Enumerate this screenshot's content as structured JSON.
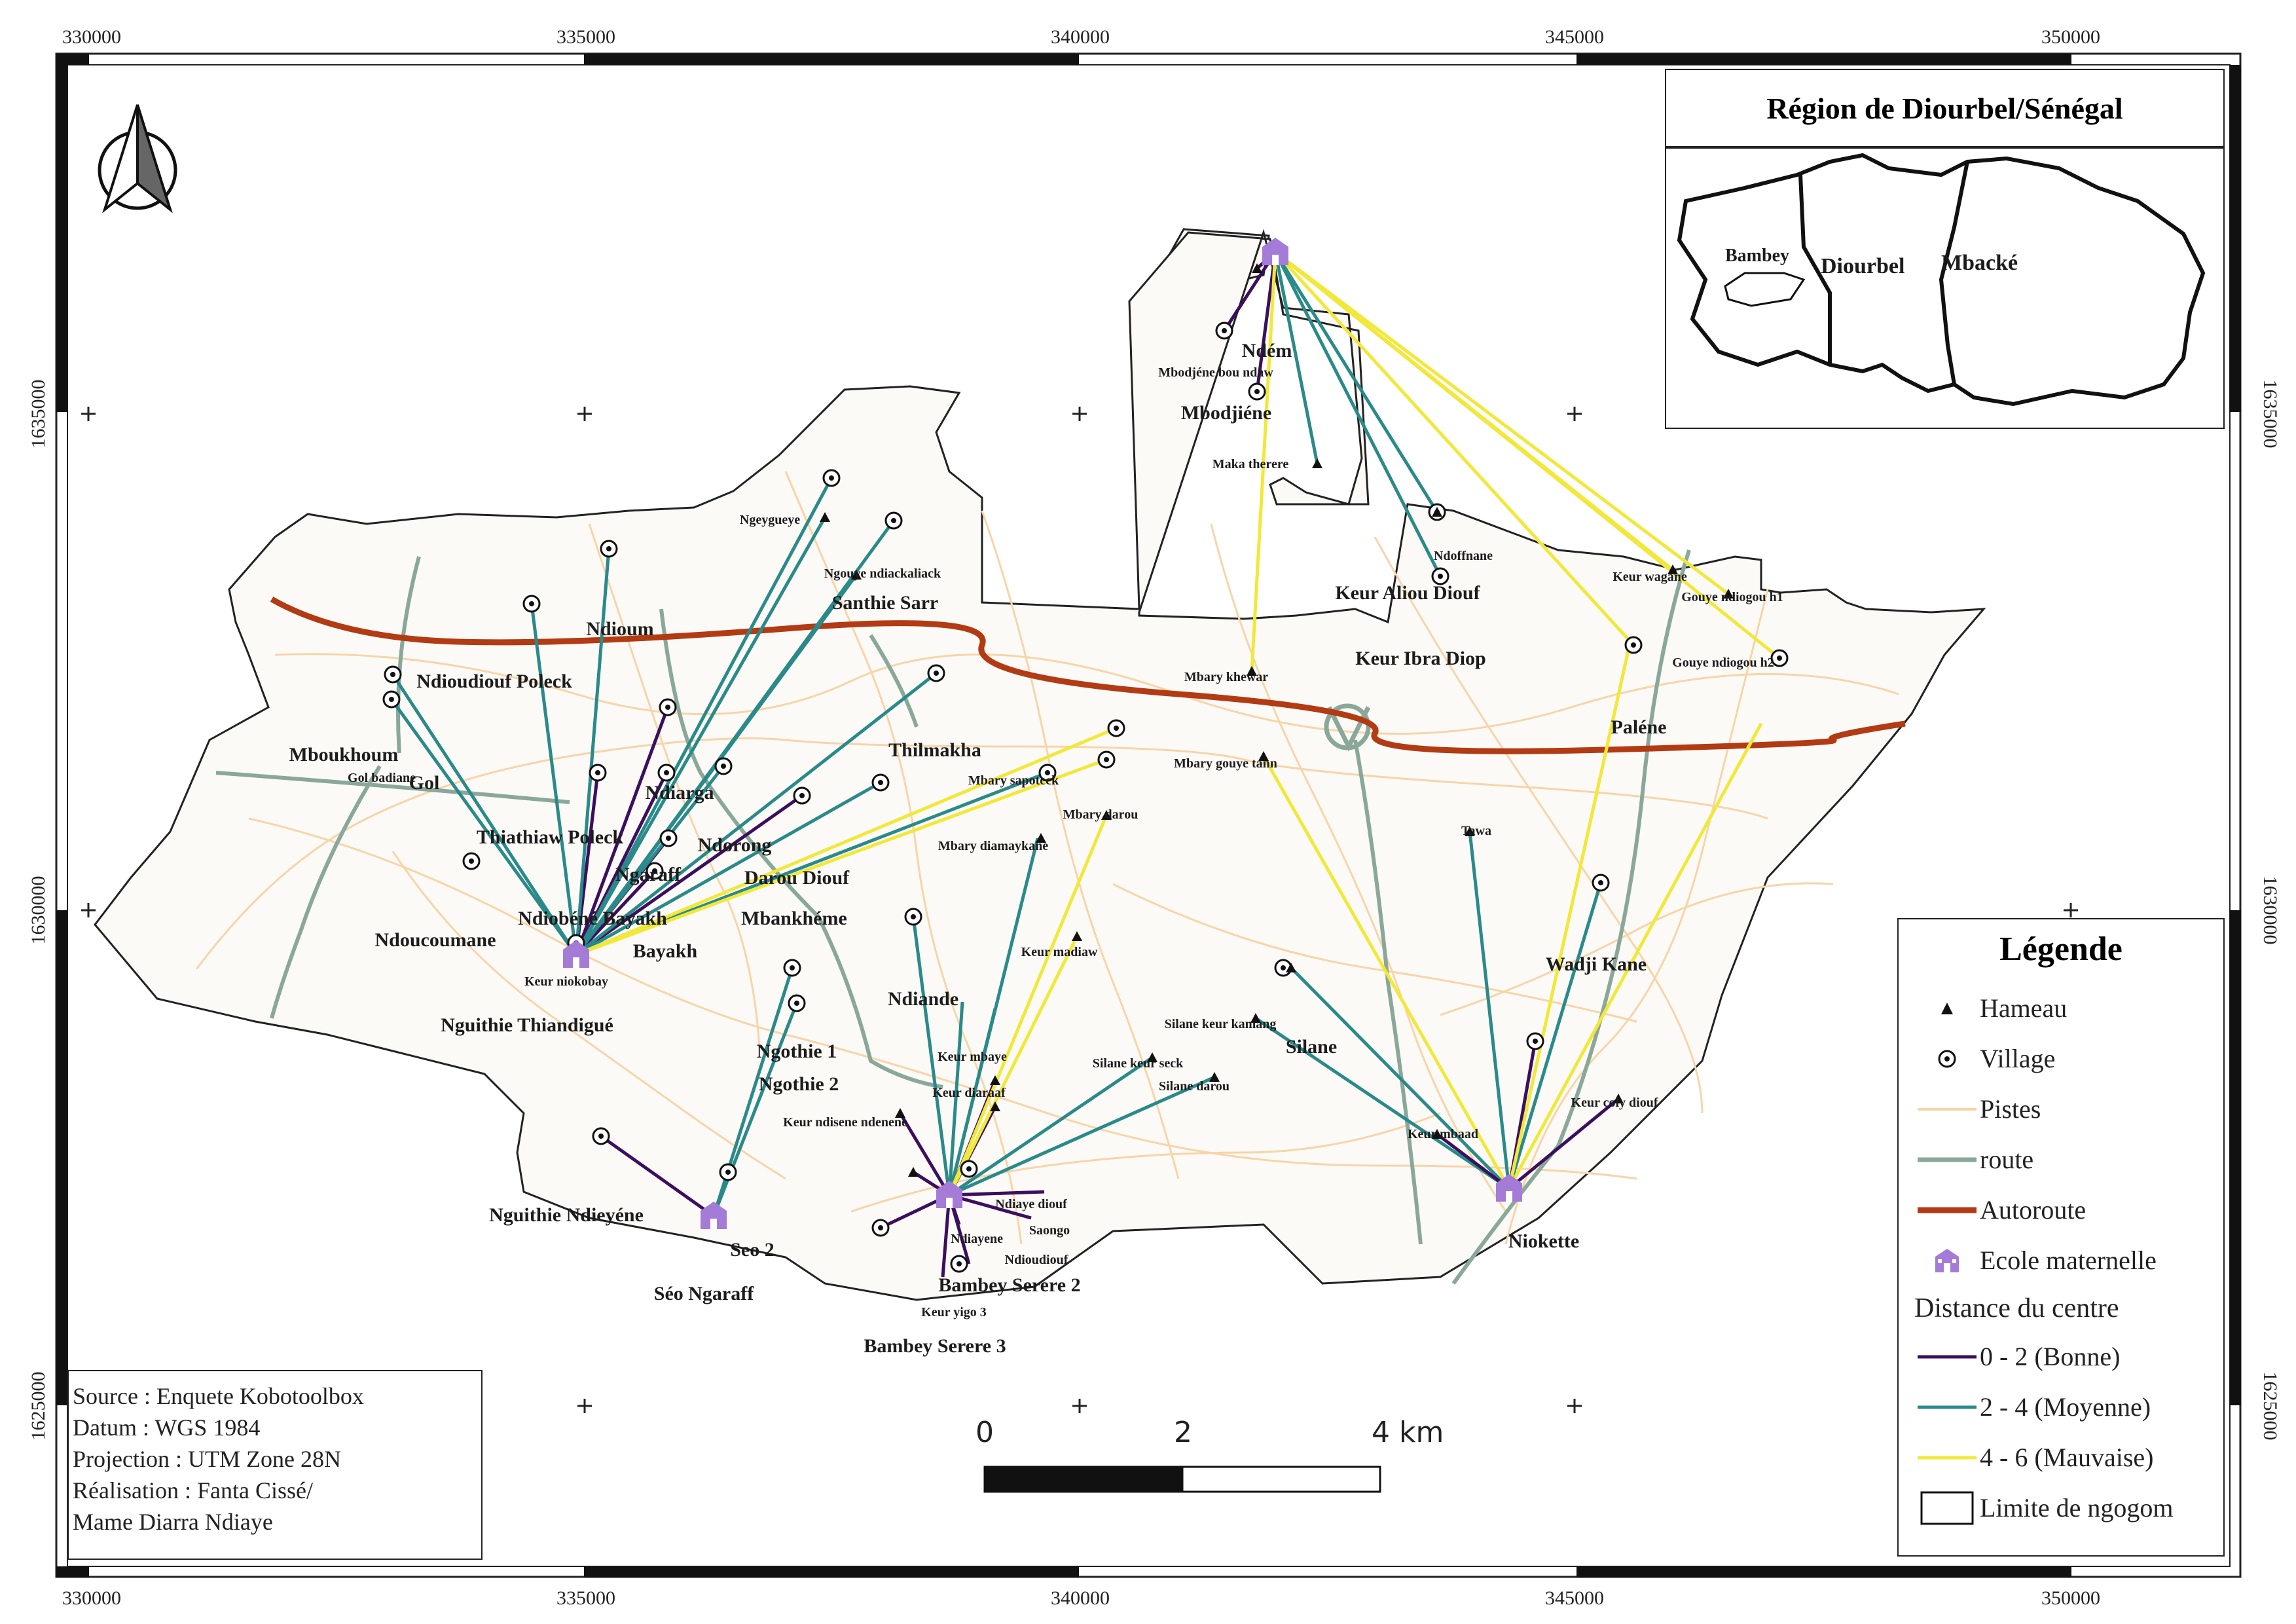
{
  "inset": {
    "title": "Région de Diourbel/Sénégal",
    "labels": [
      "Bambey",
      "Diourbel",
      "Mbacké"
    ]
  },
  "grid": {
    "x_ticks": [
      "330000",
      "335000",
      "340000",
      "345000",
      "350000"
    ],
    "y_ticks": [
      "1635000",
      "1630000",
      "1625000"
    ]
  },
  "places_major": [
    "Ndém",
    "Mbodjiéne",
    "Keur Aliou Diouf",
    "Keur Ibra Diop",
    "Paléne",
    "Santhie Sarr",
    "Ndioum",
    "Ndioudiouf Poleck",
    "Mboukhoum",
    "Gol",
    "Ndiarga",
    "Thilmakha",
    "Thiathiaw Poleck",
    "Ndorong",
    "Ngaraff",
    "Darou Diouf",
    "Ndoucoumane",
    "Ndiobéné Bayakh",
    "Mbankhéme",
    "Bayakh",
    "Nguithie Thiandigué",
    "Ndiande",
    "Ngothie 1",
    "Ngothie 2",
    "Silane",
    "Wadji Kane",
    "Nguithie Ndieyéne",
    "Seo 2",
    "Séo Ngaraff",
    "Bambey Serere 2",
    "Bambey Serere 3",
    "Niokette"
  ],
  "places_minor": [
    "Mbodjéne bou ndaw",
    "Maka therere",
    "Ndoffnane",
    "Keur wagane",
    "Gouye ndiogou h1",
    "Gouye ndiogou h2",
    "Ngeygueye",
    "Ngouye ndiackaliack",
    "Mbary khewar",
    "Mbary gouye tann",
    "Mbary sapoteck",
    "Mbary darou",
    "Gol badiane",
    "Mbary diamaykane",
    "Tawa",
    "Keur madiaw",
    "Keur niokobay",
    "Silane keur kamang",
    "Silane keur seck",
    "Silane darou",
    "Keur mbaye",
    "Keur diaraaf",
    "Keur ndisene ndenene",
    "Keur mbaad",
    "Keur coly diouf",
    "Ndiayene",
    "Ndioudiouf",
    "Keur yigo 3",
    "Saongo",
    "Ndiaye diouf"
  ],
  "legend": {
    "title": "Légende",
    "items": [
      {
        "symbol": "hameau",
        "label": "Hameau"
      },
      {
        "symbol": "village",
        "label": "Village"
      },
      {
        "symbol": "pistes",
        "label": "Pistes",
        "color": "#f7d5a8"
      },
      {
        "symbol": "route",
        "label": "route",
        "color": "#8aa89a"
      },
      {
        "symbol": "autoroute",
        "label": "Autoroute",
        "color": "#b23b14"
      },
      {
        "symbol": "school",
        "label": "Ecole maternelle",
        "color": "#a57bd8"
      }
    ],
    "distance_title": "Distance du centre",
    "distance_items": [
      {
        "label": "0 - 2 (Bonne)",
        "color": "#3b0f5e"
      },
      {
        "label": "2 - 4 (Moyenne)",
        "color": "#2a8a8a"
      },
      {
        "label": "4 - 6 (Mauvaise)",
        "color": "#f2e83a"
      }
    ],
    "limit_label": "Limite de ngogom"
  },
  "source": {
    "lines": [
      "Source : Enquete Kobotoolbox",
      "Datum : WGS 1984",
      "Projection : UTM Zone 28N",
      "Réalisation : Fanta Cissé/",
      "Mame Diarra Ndiaye"
    ]
  },
  "scale": {
    "labels": [
      "0",
      "2",
      "4 km"
    ]
  },
  "colors": {
    "dist_good": "#3b0f5e",
    "dist_mid": "#2a8a8a",
    "dist_bad": "#f2e83a",
    "school": "#a57bd8",
    "area_fill": "#fcfaf7"
  }
}
